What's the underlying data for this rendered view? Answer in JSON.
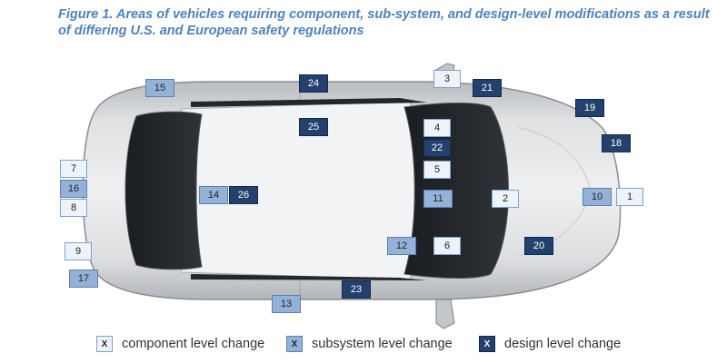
{
  "title": "Figure 1. Areas of vehicles requiring component, sub-system, and design-level modifications as a result of differing U.S. and European safety regulations",
  "colors": {
    "title": "#4f81bd",
    "component": "#eef3fa",
    "subsystem": "#94b2d8",
    "design": "#24406c"
  },
  "markers": [
    {
      "label": "1",
      "level": "component"
    },
    {
      "label": "2",
      "level": "component"
    },
    {
      "label": "3",
      "level": "component"
    },
    {
      "label": "4",
      "level": "component"
    },
    {
      "label": "5",
      "level": "component"
    },
    {
      "label": "6",
      "level": "component"
    },
    {
      "label": "7",
      "level": "component"
    },
    {
      "label": "8",
      "level": "component"
    },
    {
      "label": "9",
      "level": "component"
    },
    {
      "label": "10",
      "level": "subsystem"
    },
    {
      "label": "11",
      "level": "subsystem"
    },
    {
      "label": "12",
      "level": "subsystem"
    },
    {
      "label": "13",
      "level": "subsystem"
    },
    {
      "label": "14",
      "level": "subsystem"
    },
    {
      "label": "15",
      "level": "subsystem"
    },
    {
      "label": "16",
      "level": "subsystem"
    },
    {
      "label": "17",
      "level": "subsystem"
    },
    {
      "label": "18",
      "level": "design"
    },
    {
      "label": "19",
      "level": "design"
    },
    {
      "label": "20",
      "level": "design"
    },
    {
      "label": "21",
      "level": "design"
    },
    {
      "label": "22",
      "level": "design"
    },
    {
      "label": "23",
      "level": "design"
    },
    {
      "label": "24",
      "level": "design"
    },
    {
      "label": "25",
      "level": "design"
    },
    {
      "label": "26",
      "level": "design"
    }
  ],
  "legend": [
    {
      "symbol": "X",
      "label": "component level change",
      "level": "component"
    },
    {
      "symbol": "X",
      "label": "subsystem level change",
      "level": "subsystem"
    },
    {
      "symbol": "X",
      "label": "design level change",
      "level": "design"
    }
  ]
}
